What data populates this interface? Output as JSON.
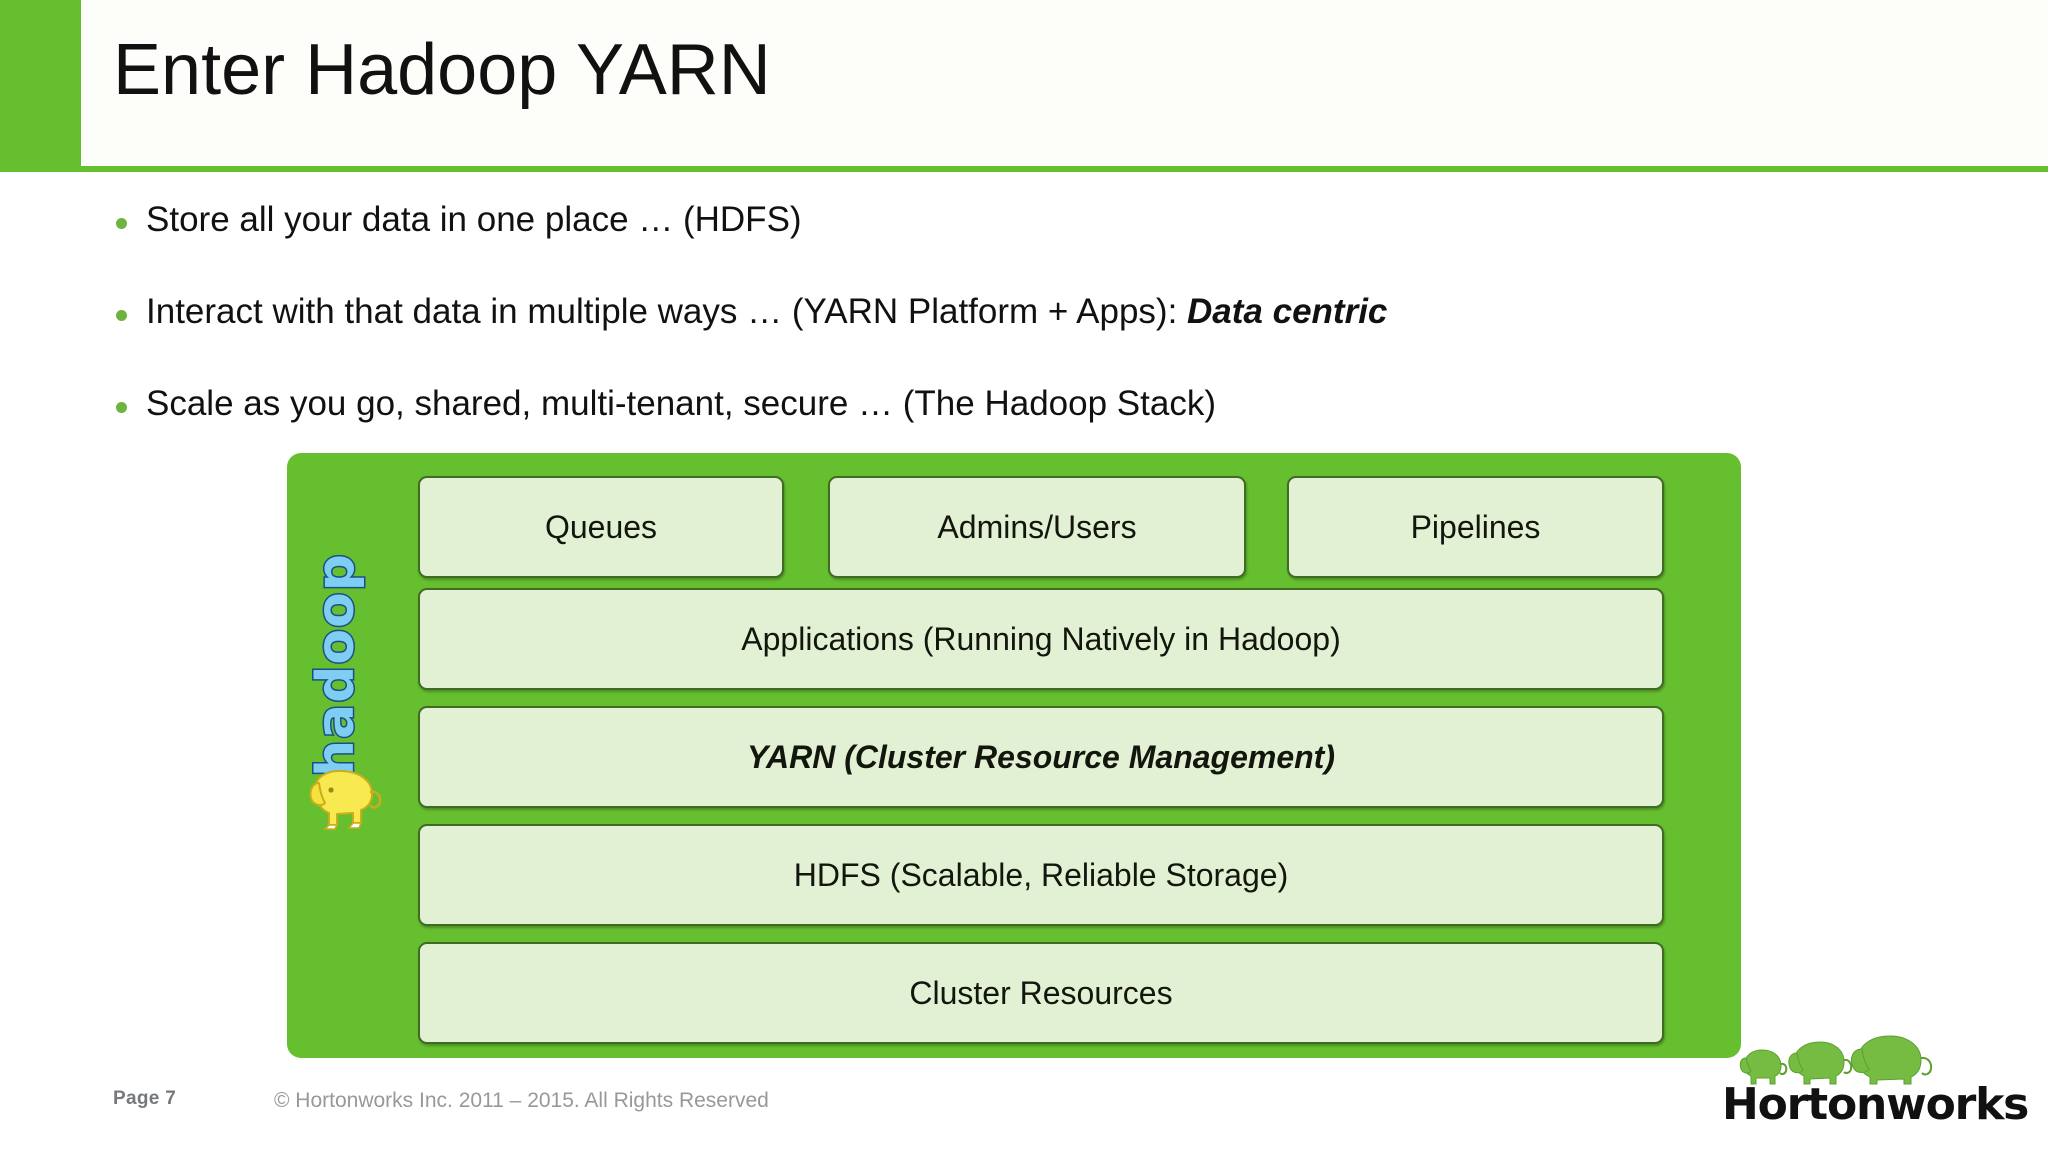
{
  "slide": {
    "title": "Enter Hadoop YARN",
    "accent_color": "#66bf2f",
    "panel_color": "#66bf2f",
    "box_fill": "#e2f0d4",
    "box_border": "#3f6b23"
  },
  "bullets": [
    {
      "text": "Store all your data in one place … (HDFS)",
      "emphasis": ""
    },
    {
      "text": "Interact with that data in multiple ways … (YARN Platform + Apps): ",
      "emphasis": "Data centric"
    },
    {
      "text": "Scale as you go, shared, multi-tenant, secure … (The Hadoop Stack)",
      "emphasis": ""
    }
  ],
  "diagram": {
    "logo_word": "hadoop",
    "logo_icon": "elephant-icon",
    "top_row": [
      {
        "label": "Queues"
      },
      {
        "label": "Admins/Users"
      },
      {
        "label": "Pipelines"
      }
    ],
    "stack_rows": [
      {
        "label": "Applications (Running Natively in Hadoop)",
        "style": "normal"
      },
      {
        "label": "YARN (Cluster Resource Management)",
        "style": "bold-italic"
      },
      {
        "label": "HDFS (Scalable, Reliable Storage)",
        "style": "normal"
      },
      {
        "label": "Cluster Resources",
        "style": "normal"
      }
    ]
  },
  "footer": {
    "page_label": "Page 7",
    "copyright": "© Hortonworks Inc. 2011 – 2015. All Rights Reserved",
    "brand": "Hortonworks"
  }
}
